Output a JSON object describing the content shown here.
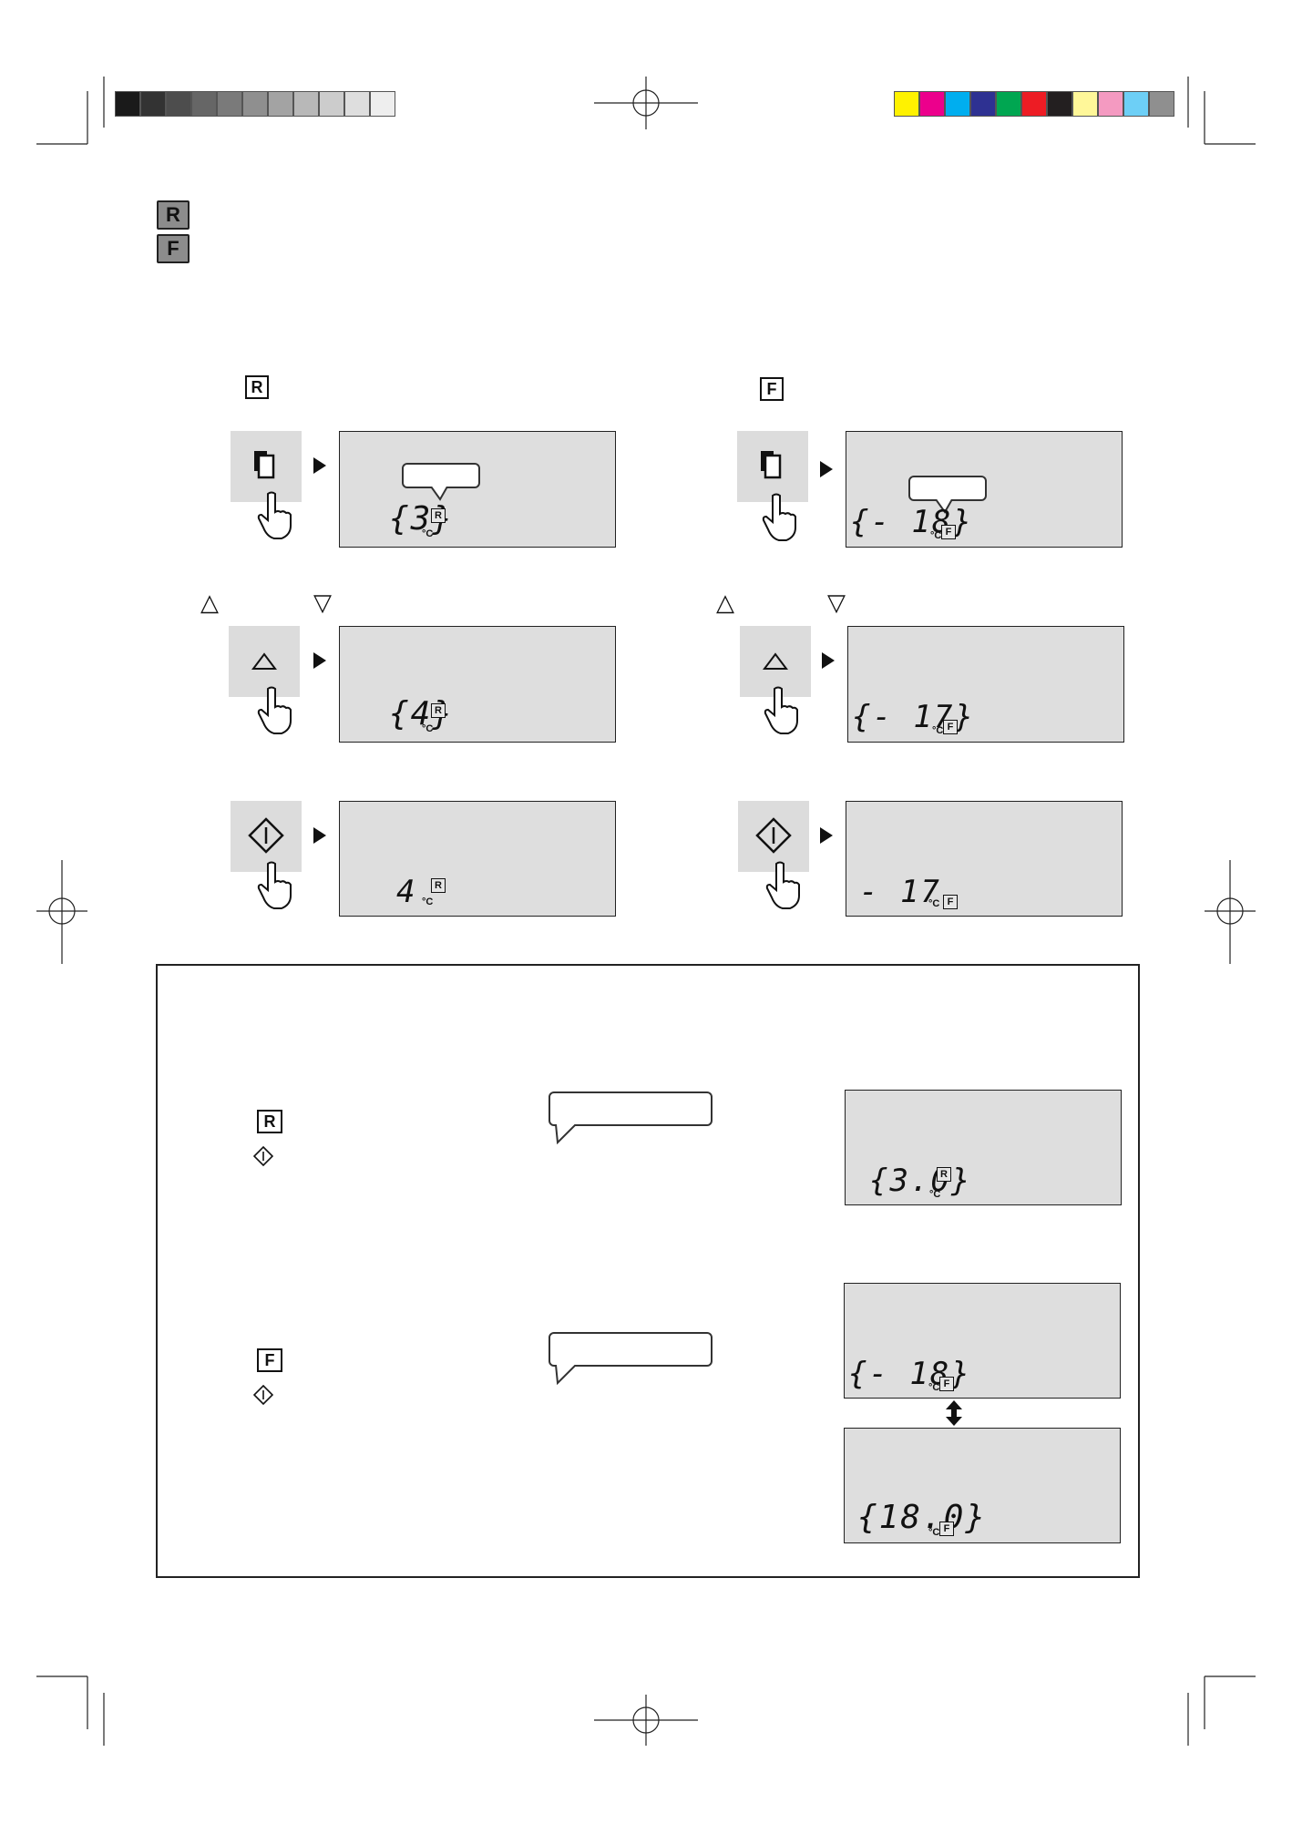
{
  "legend": {
    "refrigerator": "R",
    "freezer": "F"
  },
  "color_bar": {
    "grays": [
      "#1a1a1a",
      "#333333",
      "#4d4d4d",
      "#666666",
      "#7a7a7a",
      "#8f8f8f",
      "#a3a3a3",
      "#b8b8b8",
      "#cccccc",
      "#dedede",
      "#eeeeee"
    ],
    "colors": [
      "#fff200",
      "#ec008c",
      "#00aeef",
      "#2e3192",
      "#00a651",
      "#ed1c24",
      "#231f20",
      "#fff799",
      "#f49ac1",
      "#6dcff6",
      "#8f8f8f"
    ]
  },
  "sections": {
    "refrigerator": {
      "label": "R",
      "step1_display": {
        "digits": "{3}",
        "unit": "°C",
        "badge": "R"
      },
      "step2_display": {
        "digits": "{4}",
        "unit": "°C",
        "badge": "R"
      },
      "step3_display": {
        "digits": "4",
        "unit": "°C",
        "badge": "R"
      }
    },
    "freezer": {
      "label": "F",
      "step1_display": {
        "digits": "{- 18}",
        "unit": "°C",
        "badge": "F"
      },
      "step2_display": {
        "digits": "{- 17}",
        "unit": "°C",
        "badge": "F"
      },
      "step3_display": {
        "digits": "- 17",
        "unit": "°C",
        "badge": "F"
      }
    }
  },
  "up_symbol": "△",
  "down_symbol": "▽",
  "note": {
    "refrigerator": {
      "label": "R",
      "display": {
        "digits": "{3.0}",
        "unit": "°C",
        "badge": "R"
      }
    },
    "freezer": {
      "label": "F",
      "display_a": {
        "digits": "{- 18}",
        "unit": "°C",
        "badge": "F"
      },
      "display_b": {
        "digits": "{18.0}",
        "unit": "°C",
        "badge": "F"
      }
    }
  }
}
